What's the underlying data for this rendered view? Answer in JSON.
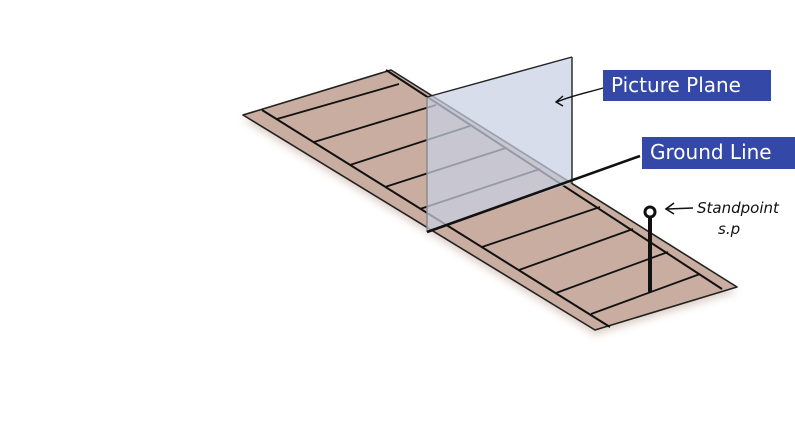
{
  "labels": {
    "picture_plane": "Picture Plane",
    "ground_line": "Ground Line",
    "standpoint": "Standpoint",
    "standpoint_abbrev": "s.p",
    "arrow_glyph": "←"
  },
  "colors": {
    "label_bg": "#3448a8",
    "label_text": "#ffffff",
    "floor_fill": "#c9ada0",
    "floor_shadow": "#b89686",
    "picture_plane_fill": "#c8d0e0",
    "line": "#111111"
  },
  "diagram": {
    "elements": [
      "floor-strip",
      "floor-border",
      "floor-boards",
      "picture-plane",
      "ground-line",
      "standpoint-marker"
    ]
  }
}
